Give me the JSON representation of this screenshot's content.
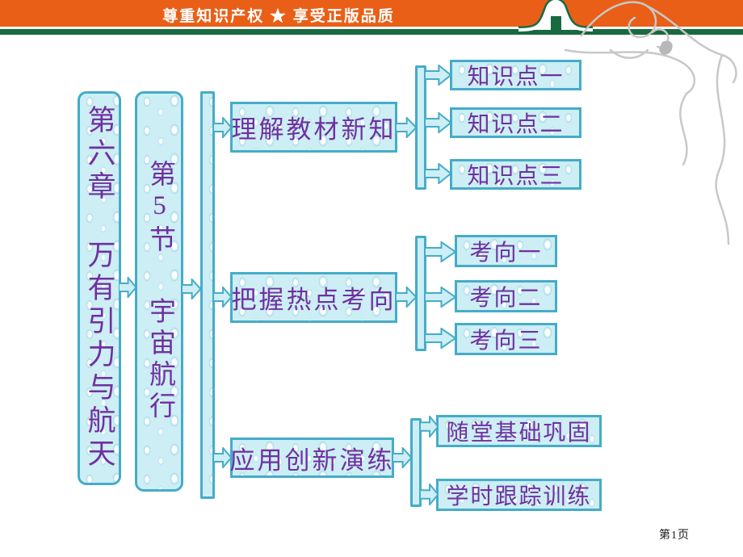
{
  "banner": {
    "slogan": "尊重知识产权 ★ 享受正版品质"
  },
  "chapter_box": {
    "label": "第六章",
    "title": "万有引力与航天"
  },
  "section_box": {
    "label": "第5节",
    "title": "宇宙航行"
  },
  "branches": [
    {
      "title": "理解教材新知",
      "children": [
        "知识点一",
        "知识点二",
        "知识点三"
      ]
    },
    {
      "title": "把握热点考向",
      "children": [
        "考向一",
        "考向二",
        "考向三"
      ]
    },
    {
      "title": "应用创新演练",
      "children": [
        "随堂基础巩固",
        "学时跟踪训练"
      ]
    }
  ],
  "footer": {
    "page_number": "第1页"
  },
  "colors": {
    "banner_orange": "#e95f17",
    "banner_green": "#186a40",
    "box_border": "#45acc8",
    "box_fill": "#cceef4",
    "text_purple": "#7030a0",
    "swirl_gray": "#c8c8c8"
  }
}
